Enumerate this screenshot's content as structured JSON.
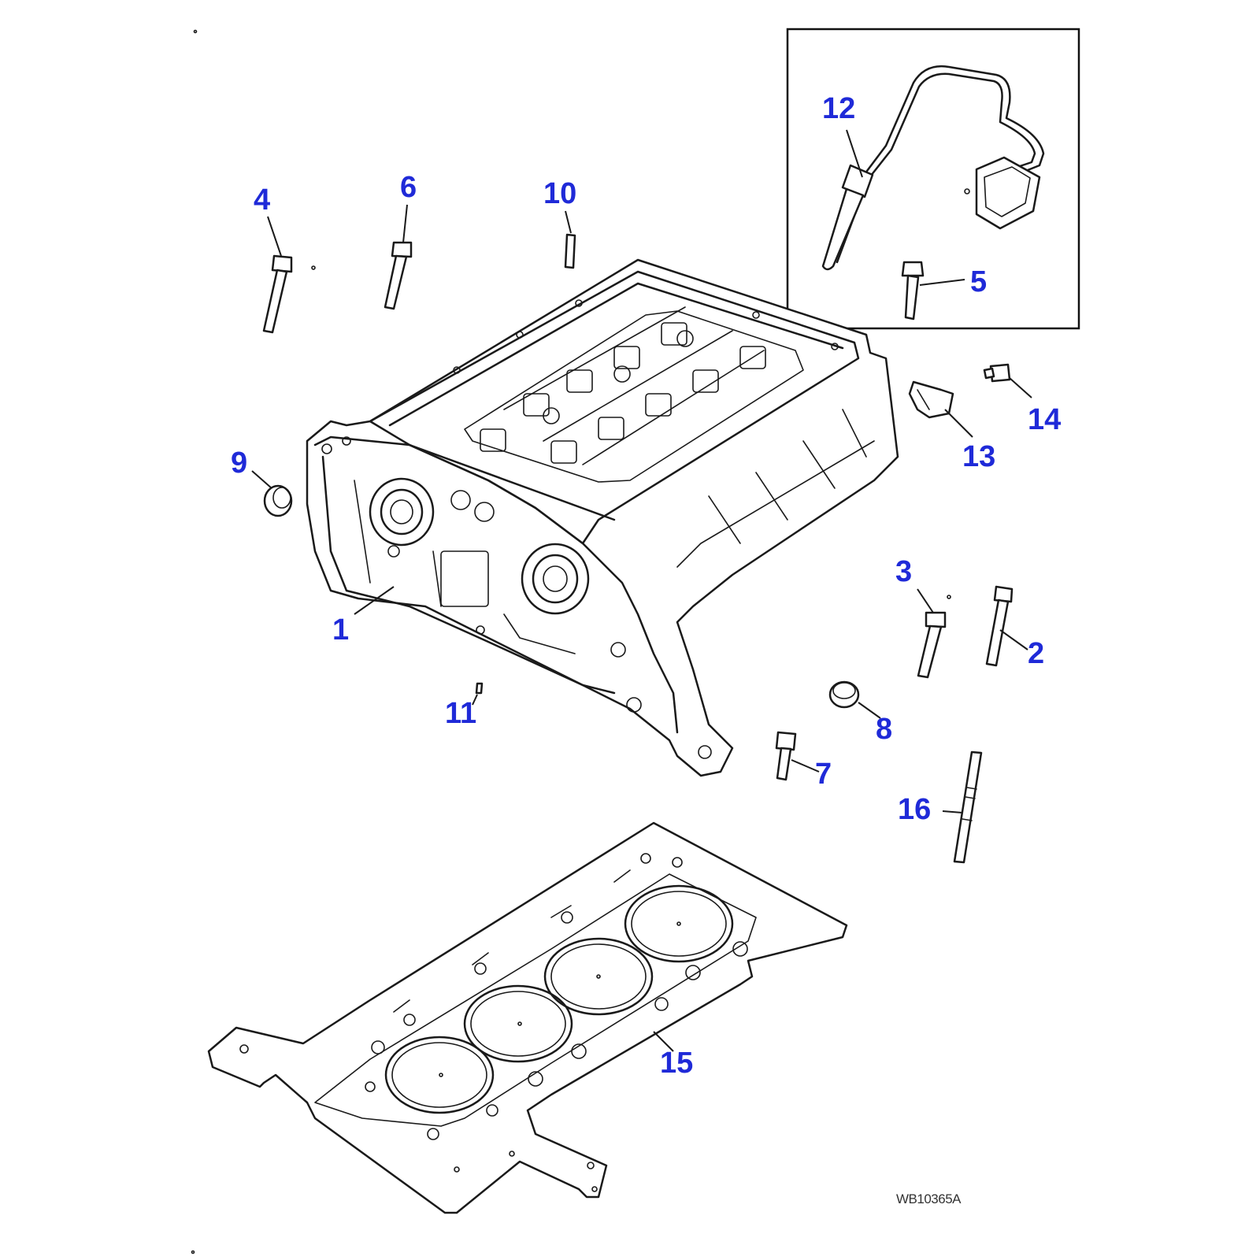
{
  "callouts": {
    "c1": "1",
    "c2": "2",
    "c3": "3",
    "c4": "4",
    "c5": "5",
    "c6": "6",
    "c7": "7",
    "c8": "8",
    "c9": "9",
    "c10": "10",
    "c11": "11",
    "c12": "12",
    "c13": "13",
    "c14": "14",
    "c15": "15",
    "c16": "16"
  },
  "reference_code": "WB10365A",
  "colors": {
    "callout": "#1f2ad8",
    "linework": "#1a1a1a",
    "background": "#ffffff"
  }
}
